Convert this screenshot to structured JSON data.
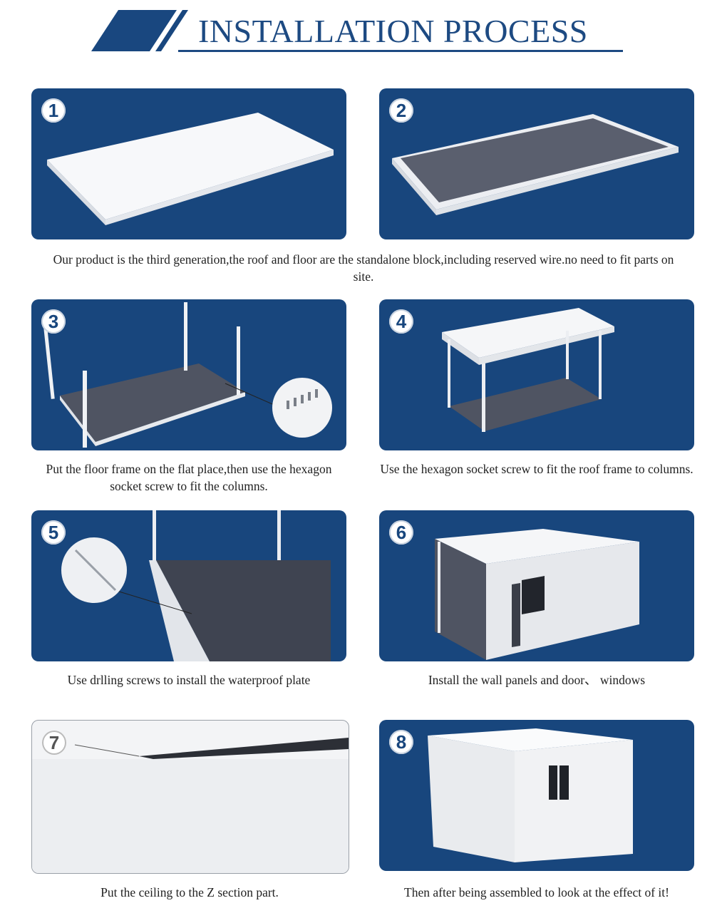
{
  "header": {
    "title": "INSTALLATION PROCESS",
    "accent_color": "#19477f"
  },
  "steps": [
    {
      "number": "1",
      "caption": ""
    },
    {
      "number": "2",
      "caption": ""
    },
    {
      "number": "3",
      "caption": "Put the floor frame on the flat place,then use the hexagon socket screw to fit the columns."
    },
    {
      "number": "4",
      "caption": "Use the hexagon socket screw to fit the roof frame to columns."
    },
    {
      "number": "5",
      "caption": "Use drlling screws to install the waterproof plate"
    },
    {
      "number": "6",
      "caption": "Install the wall panels and door、 windows"
    },
    {
      "number": "7",
      "caption": "Put the ceiling to the Z section part."
    },
    {
      "number": "8",
      "caption": "Then after being assembled to look at the effect of it!"
    }
  ],
  "shared_caption_1_2": "Our product is the third generation,the roof and floor are the standalone block,including reserved wire.no need  to fit parts on site.",
  "colors": {
    "panel_blue": "#18467d",
    "text": "#222222"
  }
}
